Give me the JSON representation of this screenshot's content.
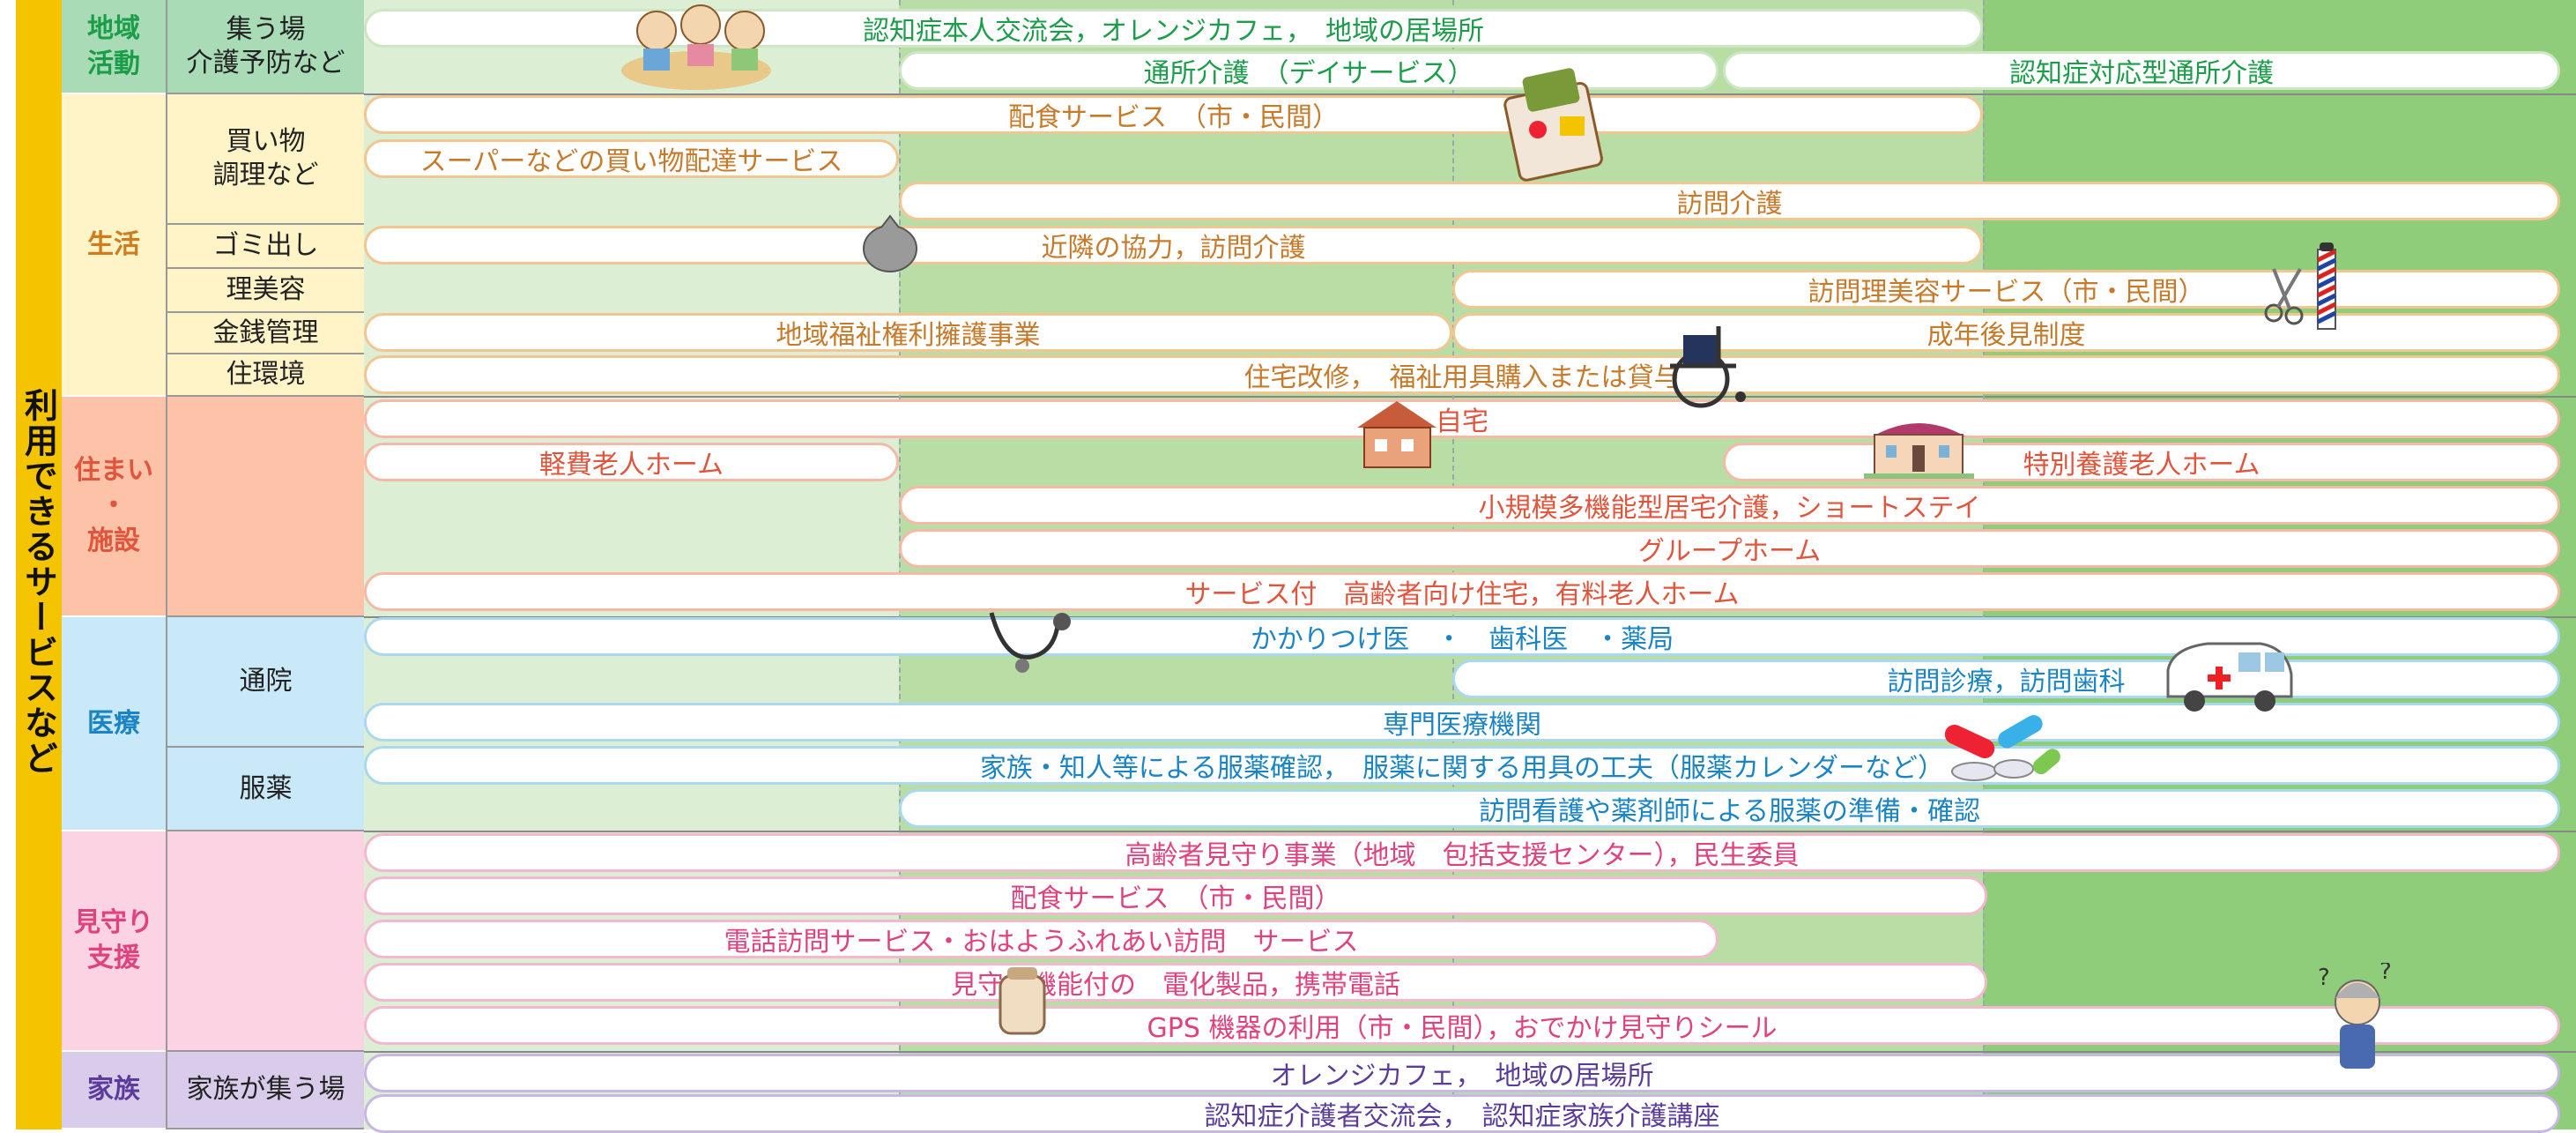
{
  "side_label": "利用できるサービスなど",
  "colors": {
    "band": "#f5c400",
    "green_light": "#dcefd4",
    "green_mid": "#b9dea5",
    "green_dark": "#8fcd7a",
    "community": "#a8dbb6",
    "life": "#fff4c8",
    "housing": "#fcc3a8",
    "medical": "#c9e8f8",
    "watch": "#fbd3e2",
    "family": "#d9cceb"
  },
  "categories": [
    {
      "id": "community",
      "label": "地域\n活動",
      "color": "#1b9d4a"
    },
    {
      "id": "life",
      "label": "生活",
      "color": "#d07c1c"
    },
    {
      "id": "housing",
      "label": "住まい\n・\n施設",
      "color": "#e0553c"
    },
    {
      "id": "medical",
      "label": "医療",
      "color": "#1a84c4"
    },
    {
      "id": "watch",
      "label": "見守り\n支援",
      "color": "#e0417f"
    },
    {
      "id": "family",
      "label": "家族",
      "color": "#5b3c9c"
    }
  ],
  "subcategories": [
    "集う場\n介護予防など",
    "買い物\n調理など",
    "ゴミ出し",
    "理美容",
    "金銭管理",
    "住環境",
    "通院",
    "服薬",
    "家族が集う場"
  ],
  "services": [
    "認知症本人交流会，オレンジカフェ，　地域の居場所",
    "通所介護　（デイサービス）",
    "認知症対応型通所介護",
    "配食サービス　（市・民間）",
    "スーパーなどの買い物配達サービス",
    "訪問介護",
    "近隣の協力，訪問介護",
    "訪問理美容サービス（市・民間）",
    "地域福祉権利擁護事業",
    "成年後見制度",
    "住宅改修，　福祉用具購入または貸与",
    "自宅",
    "軽費老人ホーム",
    "特別養護老人ホーム",
    "小規模多機能型居宅介護，ショートステイ",
    "グループホーム",
    "サービス付　高齢者向け住宅，有料老人ホーム",
    "かかりつけ医　・　歯科医　・薬局",
    "訪問診療，訪問歯科",
    "専門医療機関",
    "家族・知人等による服薬確認，　服薬に関する用具の工夫（服薬カレンダーなど）",
    "訪問看護や薬剤師による服薬の準備・確認",
    "高齢者見守り事業（地域　包括支援センター），民生委員",
    "配食サービス　（市・民間）",
    "電話訪問サービス・おはようふれあい訪問　サービス",
    "見守り機能付の　電化製品，携帯電話",
    "GPS 機器の利用（市・民間），おでかけ見守りシール",
    "オレンジカフェ，　地域の居場所",
    "認知症介護者交流会，　認知症家族介護講座"
  ],
  "icons": [
    "elderly-group-icon",
    "bento-icon",
    "garbage-bag-icon",
    "scissors-icon",
    "barber-pole-icon",
    "wheelchair-icon",
    "house-icon",
    "nursing-home-icon",
    "stethoscope-icon",
    "ambulance-icon",
    "pills-icon",
    "thermos-icon",
    "confused-elder-icon"
  ]
}
